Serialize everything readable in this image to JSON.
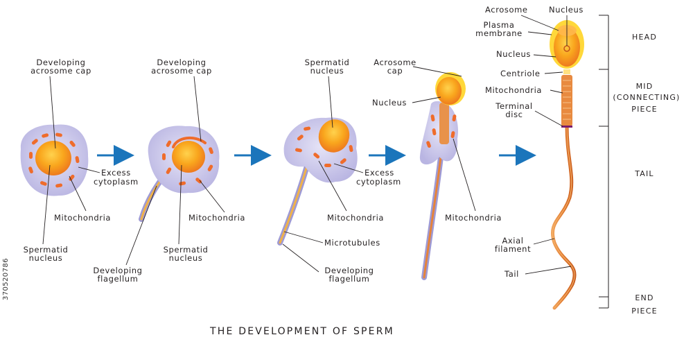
{
  "title": "THE DEVELOPMENT OF SPERM",
  "stock_id": "370520786",
  "colors": {
    "cytoplasm": "#c9c6ea",
    "mitochondria": "#ef6c2b",
    "nucleus": "#f7a21c",
    "acrosome": "#ffd83a",
    "flagellum": "#f0b24a",
    "tail": "#e6833a",
    "arrow": "#1b75bb"
  },
  "stage1": {
    "acrosome_label": [
      "Developing",
      "acrosome cap"
    ],
    "cytoplasm_label": [
      "Excess",
      "cytoplasm"
    ],
    "mito_label": "Mitochondria",
    "nucleus_label": [
      "Spermatid",
      "nucleus"
    ]
  },
  "stage2": {
    "acrosome_label": [
      "Developing",
      "acrosome cap"
    ],
    "mito_label": "Mitochondria",
    "nucleus_label": [
      "Spermatid",
      "nucleus"
    ],
    "flagellum_label": [
      "Developing",
      "flagellum"
    ]
  },
  "stage3": {
    "nucleus_label": [
      "Spermatid",
      "nucleus"
    ],
    "cytoplasm_label": [
      "Excess",
      "cytoplasm"
    ],
    "mito_label": "Mitochondria",
    "microtubules_label": "Microtubules",
    "flagellum_label": [
      "Developing",
      "flagellum"
    ]
  },
  "stage4": {
    "acrosome_label": [
      "Acrosome",
      "cap"
    ],
    "nucleus_label": "Nucleus",
    "mito_label": "Mitochondria"
  },
  "mature": {
    "acrosome_label": "Acrosome",
    "nucleus_top_label": "Nucleus",
    "membrane_label": [
      "Plasma",
      "membrane"
    ],
    "nucleus_label": "Nucleus",
    "centriole_label": "Centriole",
    "mito_label": "Mitochondria",
    "terminal_disc_label": [
      "Terminal",
      "disc"
    ],
    "axial_label": [
      "Axial",
      "filament"
    ],
    "tail_label": "Tail"
  },
  "regions": {
    "head": "HEAD",
    "mid": [
      "MID",
      "(CONNECTING)",
      "PIECE"
    ],
    "tail": "TAIL",
    "end": [
      "END",
      "PIECE"
    ]
  }
}
